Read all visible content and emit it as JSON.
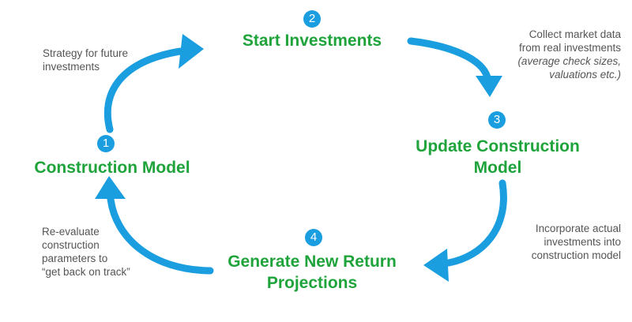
{
  "colors": {
    "arrow": "#1a9ee0",
    "step_text": "#1fa33b",
    "badge": "#1a9ee0",
    "note_text": "#555555"
  },
  "steps": [
    {
      "number": "1",
      "title_lines": [
        "Construction Model"
      ]
    },
    {
      "number": "2",
      "title_lines": [
        "Start Investments"
      ]
    },
    {
      "number": "3",
      "title_lines": [
        "Update Construction",
        "Model"
      ]
    },
    {
      "number": "4",
      "title_lines": [
        "Generate New Return",
        "Projections"
      ]
    }
  ],
  "notes": {
    "strategy": [
      "Strategy for future",
      "investments"
    ],
    "collect": [
      "Collect market data",
      "from real investments",
      "(average check sizes,",
      "valuations etc.)"
    ],
    "incorporate": [
      "Incorporate actual",
      "investments into",
      "construction model"
    ],
    "reevaluate": [
      "Re-evaluate",
      "construction",
      "parameters to",
      "“get back on track”"
    ]
  }
}
